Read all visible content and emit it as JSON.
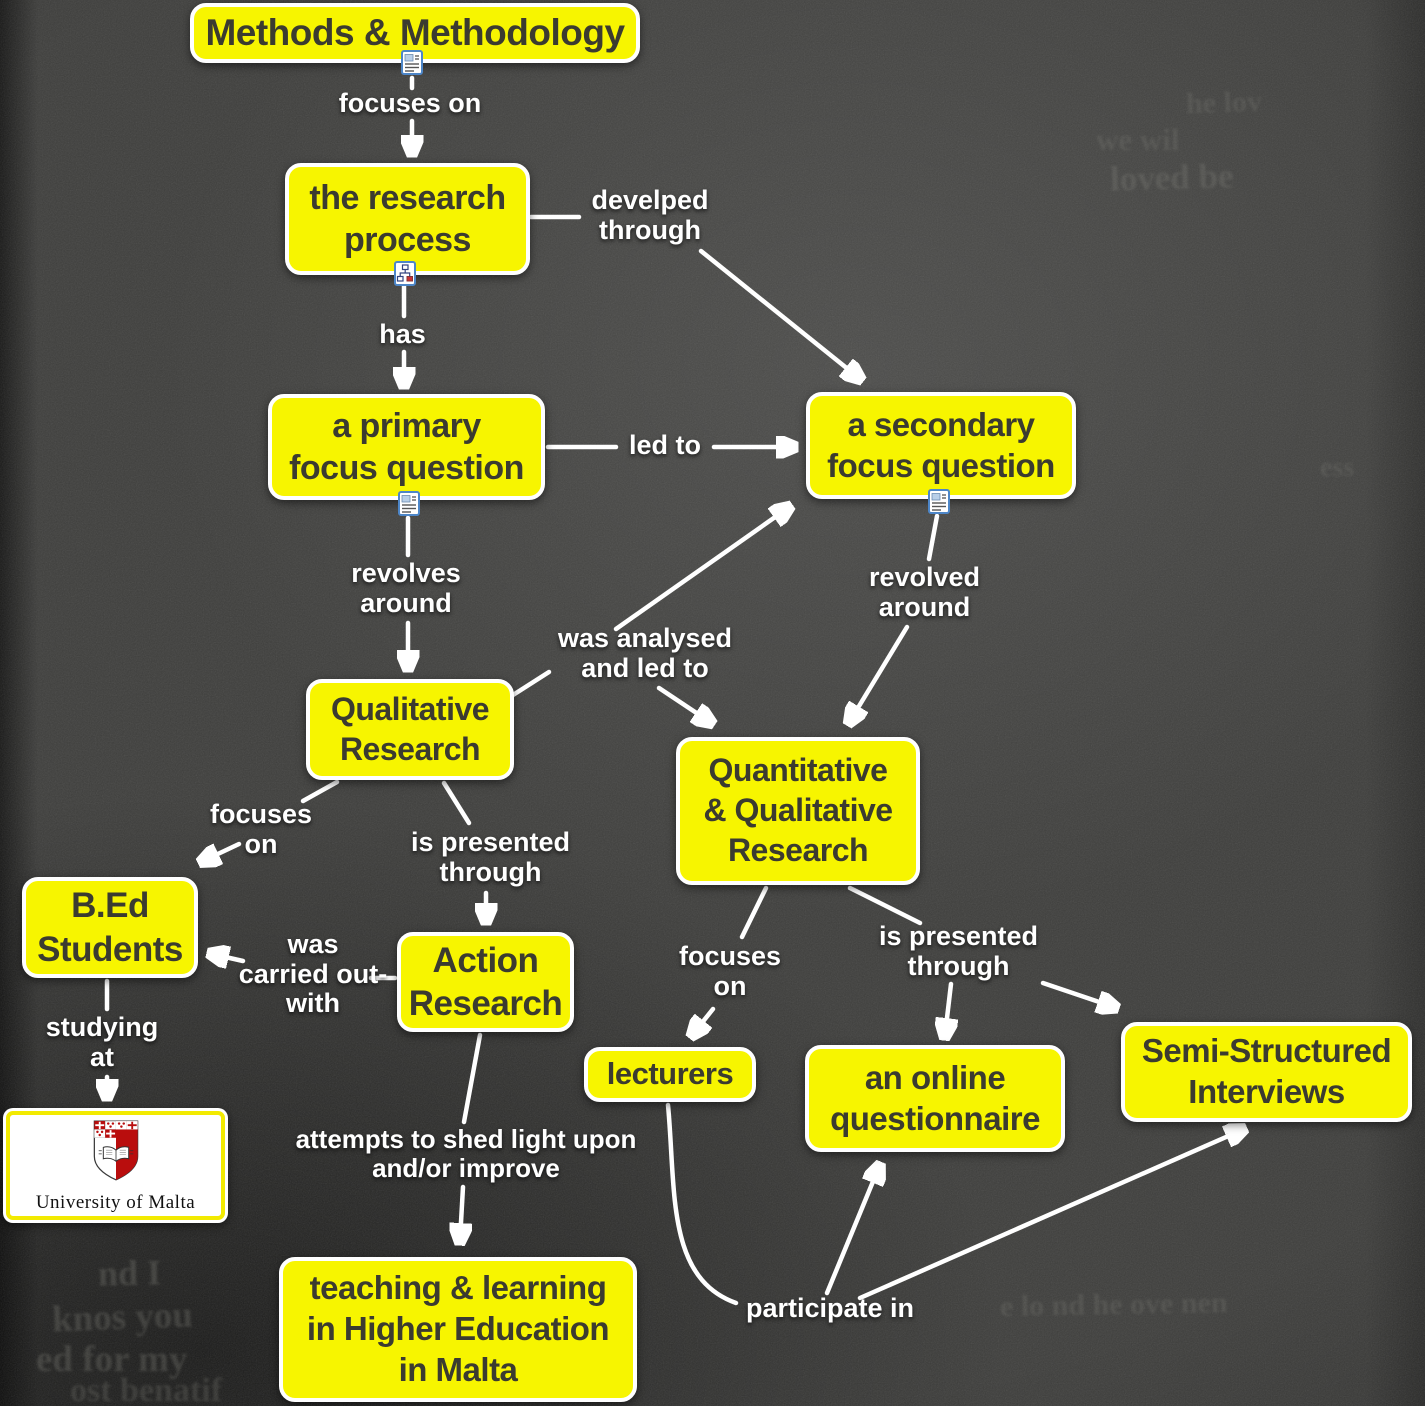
{
  "map": {
    "nodes": {
      "methods": "Methods & Methodology",
      "process": "the research\nprocess",
      "primary": "a primary\nfocus question",
      "secondary": "a secondary\nfocus question",
      "qualitative": "Qualitative\nResearch",
      "quant_qual": "Quantitative\n& Qualitative\nResearch",
      "bed_students": "B.Ed\nStudents",
      "action": "Action\nResearch",
      "lecturers": "lecturers",
      "questionnaire": "an online\nquestionnaire",
      "interviews": "Semi-Structured\nInterviews",
      "teaching": "teaching & learning\nin Higher Education\nin Malta"
    },
    "links": {
      "focuses_on_top": "focuses on",
      "develped_through": "develped\nthrough",
      "has": "has",
      "led_to": "led to",
      "revolves_around": "revolves\naround",
      "revolved_around": "revolved\naround",
      "was_analysed_and_led_to": "was analysed\nand led to",
      "focuses_on_left": "focuses\non",
      "is_presented_through_left": "is presented\nthrough",
      "was_carried_out_with": "was\ncarried out-\nwith",
      "studying_at": "studying\nat",
      "focuses_on_mid": "focuses\non",
      "is_presented_through_right": "is presented\nthrough",
      "attempts_to_shed": "attempts to shed light upon\nand/or improve",
      "participate_in": "participate in"
    },
    "logo": {
      "caption": "University of Malta"
    },
    "icons": {
      "resource": "document-resource-icon",
      "submap": "concept-map-resource-icon"
    }
  },
  "colors": {
    "node_fill": "#f7f500",
    "node_border": "#ffffff",
    "node_text": "#3b3b30",
    "connector": "#ffffff",
    "background": "#3e3e3c",
    "crest_red": "#b90d0d"
  },
  "background": {
    "ghost_fragments": [
      "he lov",
      "we wil",
      "loved be",
      "ess",
      "nd I",
      "knos you",
      "ed for my",
      "ost benatif",
      "e lo nd he ove nen"
    ]
  }
}
